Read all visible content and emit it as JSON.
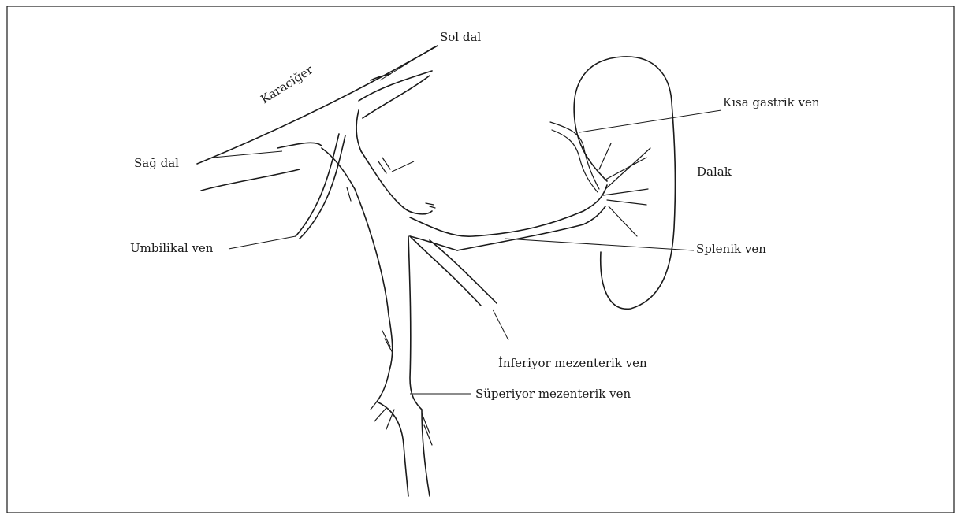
{
  "labels": {
    "sol_dal": "Sol dal",
    "karaciger": "Karaciğer",
    "kisa_gastrik": "Kısa gastrik ven",
    "sag_dal": "Sağ dal",
    "dalak": "Dalak",
    "umbilikal": "Umbilikal ven",
    "splenik": "Splenik ven",
    "inferiyor": "İnferiyor mezenterik ven",
    "superiyor": "Süperiyor mezenterik ven"
  },
  "colors": {
    "ink": "#1a1a1a",
    "paper": "#ffffff"
  }
}
